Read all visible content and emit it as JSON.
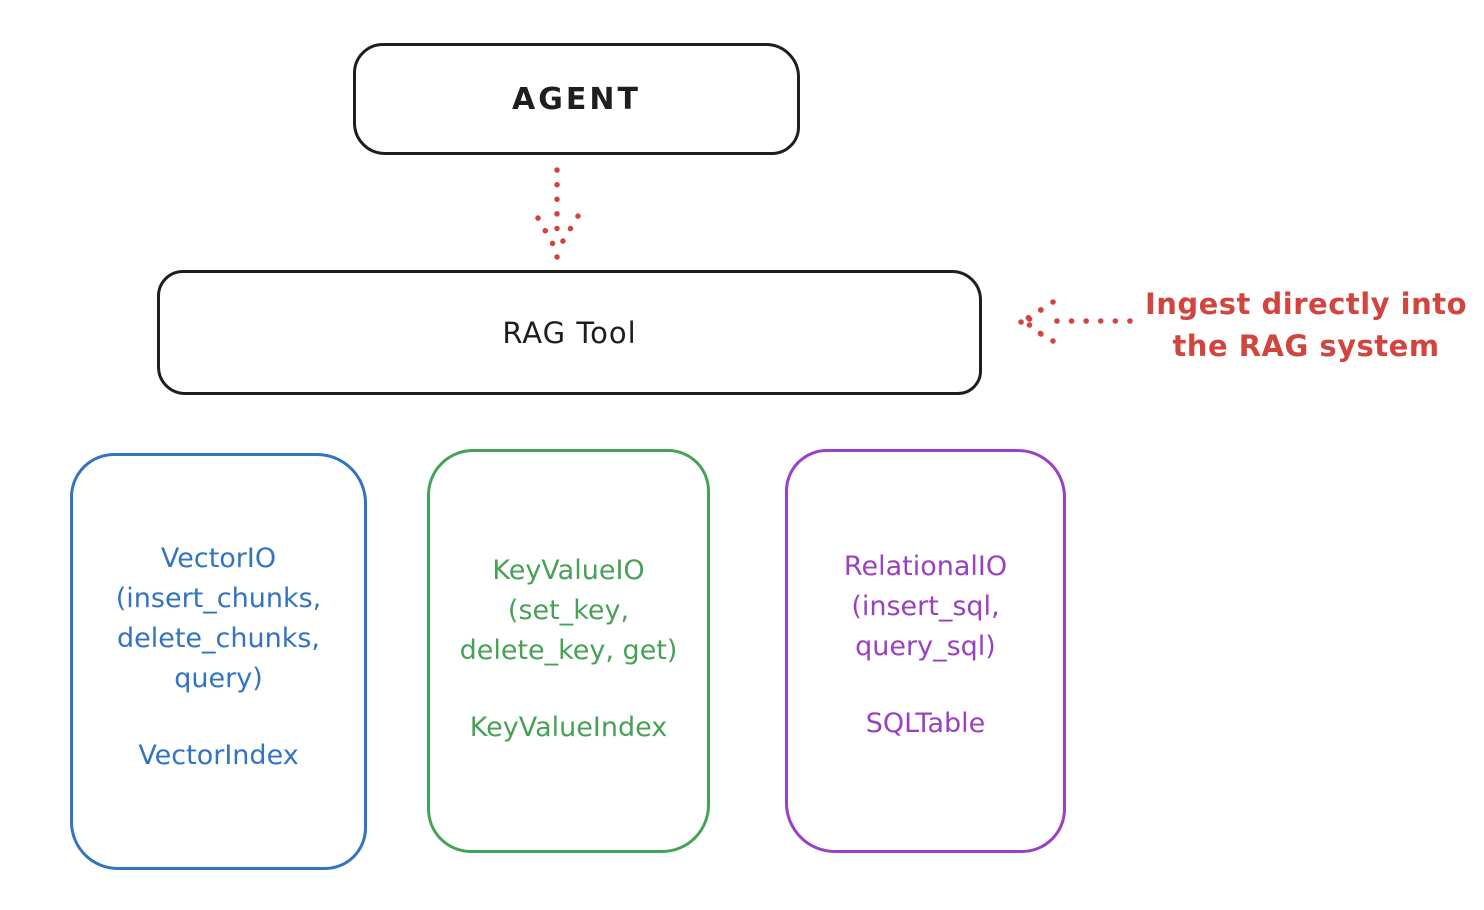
{
  "agent_box": {
    "label": "AGENT"
  },
  "rag_box": {
    "label": "RAG Tool"
  },
  "annotation": {
    "lines": [
      "Ingest directly into",
      "the RAG system"
    ]
  },
  "io_boxes": [
    {
      "id": "vector-io",
      "title_lines": [
        "VectorIO",
        "(insert_chunks,",
        "delete_chunks,",
        "query)"
      ],
      "index_label": "VectorIndex"
    },
    {
      "id": "keyvalue-io",
      "title_lines": [
        "KeyValueIO",
        "(set_key,",
        "delete_key, get)"
      ],
      "index_label": "KeyValueIndex"
    },
    {
      "id": "relational-io",
      "title_lines": [
        "RelationalIO",
        "(insert_sql,",
        "query_sql)"
      ],
      "index_label": "SQLTable"
    }
  ],
  "colors": {
    "ink": "#1e1e1e",
    "red": "#d2453e",
    "blue": "#3273c2",
    "green": "#47a156",
    "purple": "#9a40c0",
    "background": "#ffffff"
  }
}
